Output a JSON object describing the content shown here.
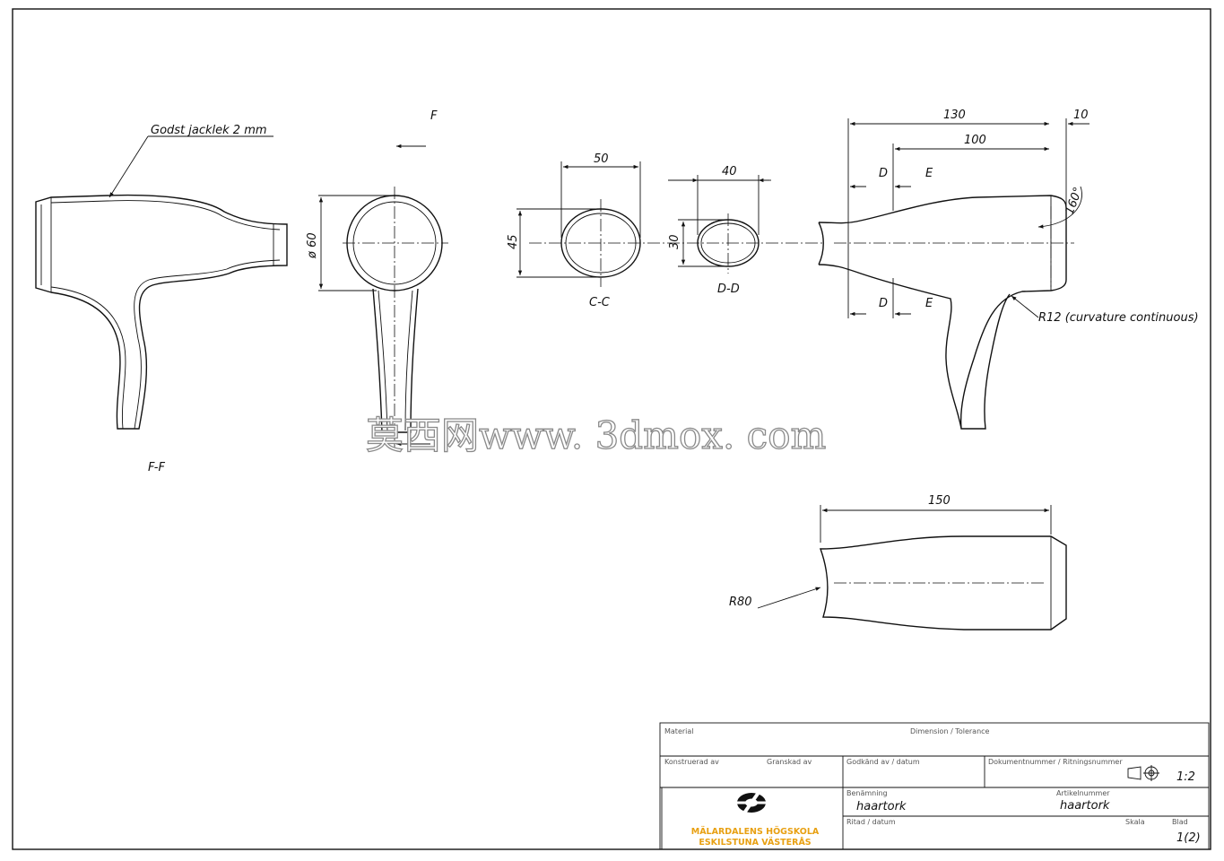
{
  "annotations": {
    "wall_note": "Godst jacklek 2 mm",
    "section_ff": "F-F",
    "section_cc": "C-C",
    "section_dd": "D-D",
    "view_mark": "F",
    "radius_body": "R12 (curvature continuous)",
    "radius_r80": "R80",
    "angle": "160°"
  },
  "dimensions": {
    "dia_60": "ø 60",
    "w_50": "50",
    "h_45": "45",
    "w_40": "40",
    "h_30": "30",
    "len_130": "130",
    "len_10": "10",
    "len_100": "100",
    "len_150": "150",
    "mark_d_top": "D",
    "mark_e_top": "E",
    "mark_d_bot": "D",
    "mark_e_bot": "E"
  },
  "title_block": {
    "material_label": "Material",
    "tolerance_label": "Dimension / Tolerance",
    "designed_label": "Konstruerad av",
    "checked_label": "Granskad av",
    "approved_label": "Godkänd av / datum",
    "doc_label": "Dokumentnummer / Ritningsnummer",
    "designation_label": "Benämning",
    "designation": "haartork",
    "article_label": "Artikelnummer",
    "article": "haartork",
    "drawn_label": "Ritad / datum",
    "scale_label": "Skala",
    "scale": "1:2",
    "sheet_label": "Blad",
    "sheet": "1(2)",
    "school_line1": "MÄLARDALENS HÖGSKOLA",
    "school_line2": "ESKILSTUNA VÄSTERÅS"
  },
  "watermark": "莫西网www. 3dmox. com",
  "colors": {
    "line": "#111111",
    "logo_text": "#e8a012",
    "logo_mark": "#111111"
  },
  "icons": {
    "projection": "projection-symbol-icon",
    "logo": "university-logo-icon"
  }
}
